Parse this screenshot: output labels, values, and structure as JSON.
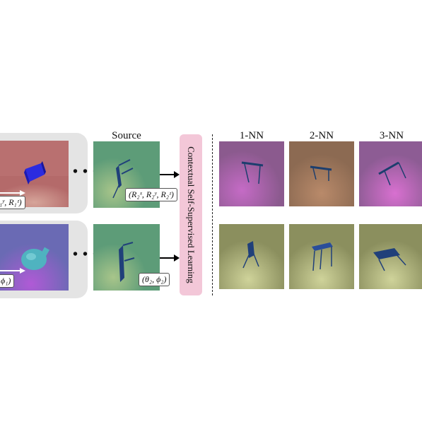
{
  "source_label": "Source",
  "neighbor_labels": [
    "1-NN",
    "2-NN",
    "3-NN"
  ],
  "center_box_label": "Contextual Self-Supervised Learning",
  "ellipsis": "• • •",
  "row1": {
    "left_tag": "₁ʸ, R₁ᶻ)",
    "source_tag": "(R₂ˣ, R₂ʸ, R₂ᶻ)"
  },
  "row2": {
    "left_tag": "ϕ₁)",
    "source_tag": "(θ₂, ϕ₂)"
  },
  "colors": {
    "panel": "#e4e4e4",
    "csl_box": "#f3c7d8",
    "object_blue": "#1f3fbf"
  }
}
